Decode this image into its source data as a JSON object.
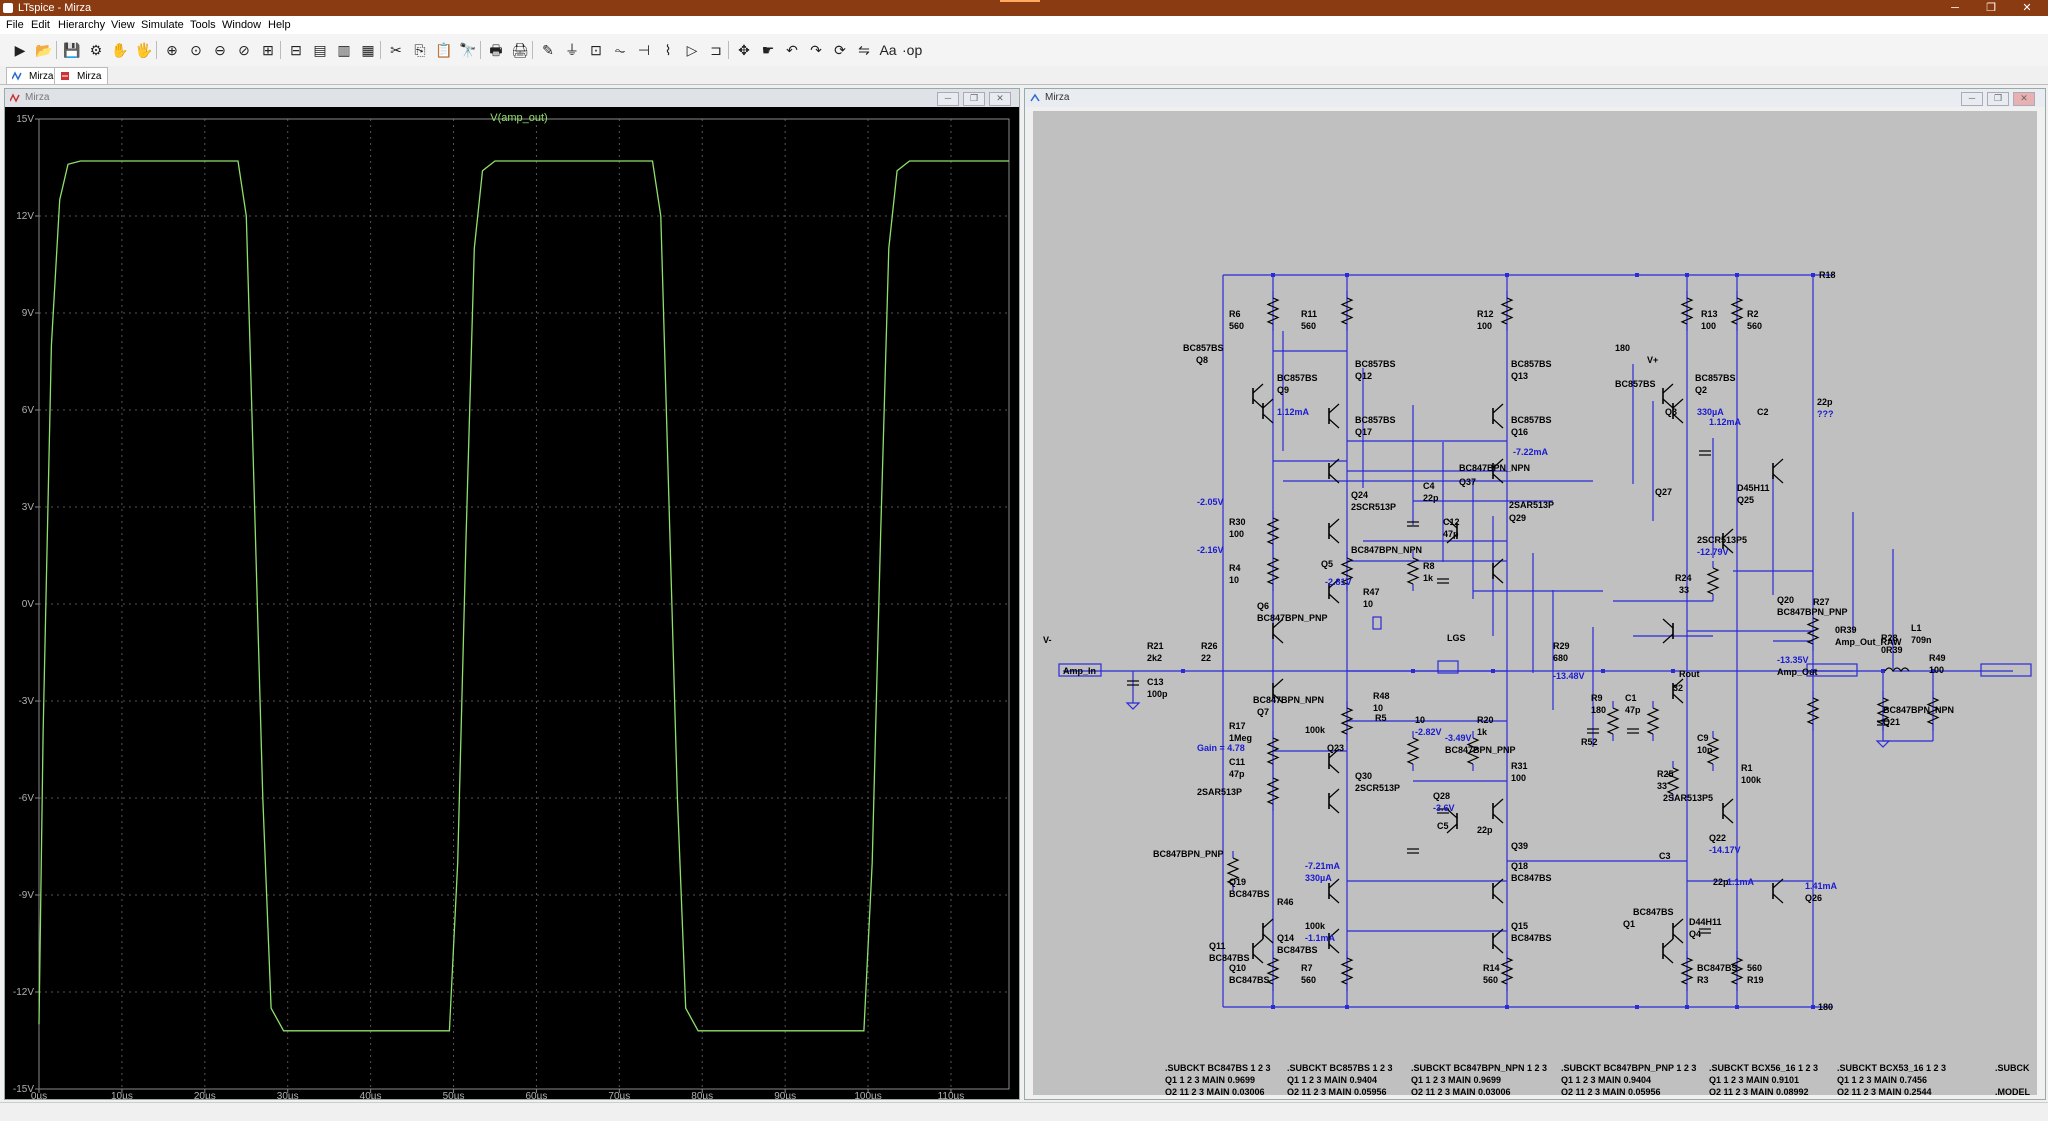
{
  "window": {
    "title": "LTspice - Mirza"
  },
  "menu": [
    "File",
    "Edit",
    "Hierarchy",
    "View",
    "Simulate",
    "Tools",
    "Window",
    "Help"
  ],
  "toolbar": {
    "icons": [
      "run-icon",
      "open-icon",
      "save-icon",
      "control-panel-icon",
      "halt-icon",
      "pan-hand-icon",
      "zoom-in-icon",
      "zoom-full-icon",
      "zoom-out-icon",
      "cancel-zoom-icon",
      "autorange-icon",
      "grid-icon",
      "tile-h-icon",
      "tile-v-icon",
      "cascade-icon",
      "cut-icon",
      "copy-icon",
      "paste-icon",
      "find-icon",
      "print-icon",
      "print-setup-icon",
      "wire-icon",
      "ground-icon",
      "label-icon",
      "resistor-icon",
      "capacitor-icon",
      "inductor-icon",
      "diode-icon",
      "component-icon",
      "move-icon",
      "drag-icon",
      "undo-icon",
      "redo-icon",
      "rotate-icon",
      "mirror-icon",
      "text-icon",
      "spice-directive-icon"
    ],
    "glyphs": [
      "▶",
      "📂",
      "💾",
      "⚙",
      "✋",
      "🖐",
      "⊕",
      "⊙",
      "⊖",
      "⊘",
      "⊞",
      "⊟",
      "▤",
      "▥",
      "▦",
      "✂",
      "⎘",
      "📋",
      "🔭",
      "🖶",
      "🖨",
      "✎",
      "⏚",
      "⊡",
      "⏦",
      "⊣",
      "⌇",
      "▷",
      "⊐",
      "✥",
      "☛",
      "↶",
      "↷",
      "⟳",
      "⇋",
      "Aa",
      "·op"
    ]
  },
  "tabs": [
    {
      "label": "Mirza"
    },
    {
      "label": "Mirza"
    }
  ],
  "waveform_pane": {
    "title": "Mirza"
  },
  "schematic_pane": {
    "title": "Mirza"
  },
  "chart_data": {
    "type": "line",
    "title": "V(amp_out)",
    "series": [
      {
        "name": "V(amp_out)",
        "color": "#8fe06a",
        "x": [
          0,
          0.5,
          1.5,
          2.5,
          3.5,
          5,
          24,
          25,
          26,
          27,
          28,
          29.5,
          49.5,
          50.5,
          51.5,
          52.5,
          53.5,
          55,
          74,
          75,
          76,
          77,
          78,
          79.5,
          99.5,
          100.5,
          101.5,
          102.5,
          103.5,
          105,
          117
        ],
        "y": [
          -13,
          -4,
          8,
          12.5,
          13.6,
          13.7,
          13.7,
          12,
          3,
          -6,
          -12.5,
          -13.2,
          -13.2,
          -8,
          2,
          11,
          13.4,
          13.7,
          13.7,
          12,
          3,
          -6,
          -12.5,
          -13.2,
          -13.2,
          -8,
          2,
          11,
          13.4,
          13.7,
          13.7
        ]
      }
    ],
    "xlim": [
      0,
      117
    ],
    "ylim": [
      -15,
      15
    ],
    "xticks": [
      0,
      10,
      20,
      30,
      40,
      50,
      60,
      70,
      80,
      90,
      100,
      110
    ],
    "xtick_labels": [
      "0µs",
      "10µs",
      "20µs",
      "30µs",
      "40µs",
      "50µs",
      "60µs",
      "70µs",
      "80µs",
      "90µs",
      "100µs",
      "110µs"
    ],
    "yticks": [
      15,
      12,
      9,
      6,
      3,
      0,
      -3,
      -6,
      -9,
      -12,
      -15
    ],
    "ytick_labels": [
      "15V",
      "12V",
      "9V",
      "6V",
      "3V",
      "0V",
      "-3V",
      "-6V",
      "-9V",
      "-12V",
      "-15V"
    ],
    "grid": true,
    "background": "#000000",
    "axis_color": "#8a8a8a",
    "title_color": "#8fe06a"
  },
  "schematic": {
    "labels": [
      {
        "t": "R6",
        "c": "k"
      },
      {
        "t": "560",
        "c": "k"
      },
      {
        "t": "R11",
        "c": "k"
      },
      {
        "t": "560",
        "c": "k"
      },
      {
        "t": "R12",
        "c": "k"
      },
      {
        "t": "100",
        "c": "k"
      },
      {
        "t": "BC857BS",
        "c": "k"
      },
      {
        "t": "Q8",
        "c": "k"
      },
      {
        "t": "BC857BS",
        "c": "k"
      },
      {
        "t": "Q9",
        "c": "k"
      },
      {
        "t": "BC857BS",
        "c": "k"
      },
      {
        "t": "Q12",
        "c": "k"
      },
      {
        "t": "BC857BS",
        "c": "k"
      },
      {
        "t": "Q13",
        "c": "k"
      },
      {
        "t": "1.12mA",
        "c": "b"
      },
      {
        "t": "BC857BS",
        "c": "k"
      },
      {
        "t": "Q17",
        "c": "k"
      },
      {
        "t": "BC857BS",
        "c": "k"
      },
      {
        "t": "Q16",
        "c": "k"
      },
      {
        "t": "-7.22mA",
        "c": "b"
      },
      {
        "t": "BC847BPN_NPN",
        "c": "k"
      },
      {
        "t": "Q37",
        "c": "k"
      },
      {
        "t": "C4",
        "c": "k"
      },
      {
        "t": "22p",
        "c": "k"
      },
      {
        "t": "Q24",
        "c": "k"
      },
      {
        "t": "2SCR513P",
        "c": "k"
      },
      {
        "t": "-2.05V",
        "c": "b"
      },
      {
        "t": "2SAR513P",
        "c": "k"
      },
      {
        "t": "Q29",
        "c": "k"
      },
      {
        "t": "R30",
        "c": "k"
      },
      {
        "t": "100",
        "c": "k"
      },
      {
        "t": "C12",
        "c": "k"
      },
      {
        "t": "47p",
        "c": "k"
      },
      {
        "t": "-2.16V",
        "c": "b"
      },
      {
        "t": "BC847BPN_NPN",
        "c": "k"
      },
      {
        "t": "R4",
        "c": "k"
      },
      {
        "t": "10",
        "c": "k"
      },
      {
        "t": "Q5",
        "c": "k"
      },
      {
        "t": "-2.81V",
        "c": "b"
      },
      {
        "t": "R8",
        "c": "k"
      },
      {
        "t": "1k",
        "c": "k"
      },
      {
        "t": "R47",
        "c": "k"
      },
      {
        "t": "10",
        "c": "k"
      },
      {
        "t": "Q6",
        "c": "k"
      },
      {
        "t": "BC847BPN_PNP",
        "c": "k"
      },
      {
        "t": "LGS",
        "c": "k"
      },
      {
        "t": "R29",
        "c": "k"
      },
      {
        "t": "680",
        "c": "k"
      },
      {
        "t": "Amp_In",
        "c": "k"
      },
      {
        "t": "R21",
        "c": "k"
      },
      {
        "t": "2k2",
        "c": "k"
      },
      {
        "t": "R26",
        "c": "k"
      },
      {
        "t": "22",
        "c": "k"
      },
      {
        "t": "-13.48V",
        "c": "b"
      },
      {
        "t": "C13",
        "c": "k"
      },
      {
        "t": "100p",
        "c": "k"
      },
      {
        "t": "BC847BPN_NPN",
        "c": "k"
      },
      {
        "t": "Q7",
        "c": "k"
      },
      {
        "t": "R48",
        "c": "k"
      },
      {
        "t": "10",
        "c": "k"
      },
      {
        "t": "R9",
        "c": "k"
      },
      {
        "t": "180",
        "c": "k"
      },
      {
        "t": "C1",
        "c": "k"
      },
      {
        "t": "47p",
        "c": "k"
      },
      {
        "t": "R17",
        "c": "k"
      },
      {
        "t": "1Meg",
        "c": "k"
      },
      {
        "t": "R5",
        "c": "k"
      },
      {
        "t": "10",
        "c": "k"
      },
      {
        "t": "-2.82V",
        "c": "b"
      },
      {
        "t": "R20",
        "c": "k"
      },
      {
        "t": "1k",
        "c": "k"
      },
      {
        "t": "R52",
        "c": "k"
      },
      {
        "t": "100k",
        "c": "k"
      },
      {
        "t": "Gain = 4.78",
        "c": "b"
      },
      {
        "t": "Q23",
        "c": "k"
      },
      {
        "t": "-3.49V",
        "c": "b"
      },
      {
        "t": "BC847BPN_PNP",
        "c": "k"
      },
      {
        "t": "C11",
        "c": "k"
      },
      {
        "t": "47p",
        "c": "k"
      },
      {
        "t": "R31",
        "c": "k"
      },
      {
        "t": "100",
        "c": "k"
      },
      {
        "t": "Q30",
        "c": "k"
      },
      {
        "t": "2SCR513P",
        "c": "k"
      },
      {
        "t": "2SAR513P",
        "c": "k"
      },
      {
        "t": "Q28",
        "c": "k"
      },
      {
        "t": "-3.6V",
        "c": "b"
      },
      {
        "t": "C5",
        "c": "k"
      },
      {
        "t": "22p",
        "c": "k"
      },
      {
        "t": "Q39",
        "c": "k"
      },
      {
        "t": "BC847BPN_PNP",
        "c": "k"
      },
      {
        "t": "-7.21mA",
        "c": "b"
      },
      {
        "t": "330µA",
        "c": "b"
      },
      {
        "t": "Q18",
        "c": "k"
      },
      {
        "t": "BC847BS",
        "c": "k"
      },
      {
        "t": "Q19",
        "c": "k"
      },
      {
        "t": "BC847BS",
        "c": "k"
      },
      {
        "t": "R46",
        "c": "k"
      },
      {
        "t": "100k",
        "c": "k"
      },
      {
        "t": "-1.1mA",
        "c": "b"
      },
      {
        "t": "Q15",
        "c": "k"
      },
      {
        "t": "BC847BS",
        "c": "k"
      },
      {
        "t": "Q14",
        "c": "k"
      },
      {
        "t": "BC847BS",
        "c": "k"
      },
      {
        "t": "Q11",
        "c": "k"
      },
      {
        "t": "BC847BS",
        "c": "k"
      },
      {
        "t": "Q10",
        "c": "k"
      },
      {
        "t": "BC847BS",
        "c": "k"
      },
      {
        "t": "R7",
        "c": "k"
      },
      {
        "t": "560",
        "c": "k"
      },
      {
        "t": "R14",
        "c": "k"
      },
      {
        "t": "560",
        "c": "k"
      },
      {
        "t": "R13",
        "c": "k"
      },
      {
        "t": "100",
        "c": "k"
      },
      {
        "t": "R2",
        "c": "k"
      },
      {
        "t": "560",
        "c": "k"
      },
      {
        "t": "R18",
        "c": "k"
      },
      {
        "t": "180",
        "c": "k"
      },
      {
        "t": "V+",
        "c": "k"
      },
      {
        "t": "BC857BS",
        "c": "k"
      },
      {
        "t": "Q2",
        "c": "k"
      },
      {
        "t": "BC857BS",
        "c": "k"
      },
      {
        "t": "Q3",
        "c": "k"
      },
      {
        "t": "330µA",
        "c": "b"
      },
      {
        "t": "1.12mA",
        "c": "b"
      },
      {
        "t": "C2",
        "c": "k"
      },
      {
        "t": "22p",
        "c": "k"
      },
      {
        "t": "???",
        "c": "b"
      },
      {
        "t": "D45H11",
        "c": "k"
      },
      {
        "t": "Q25",
        "c": "k"
      },
      {
        "t": "Q27",
        "c": "k"
      },
      {
        "t": "2SCR513P5",
        "c": "k"
      },
      {
        "t": "-12.79V",
        "c": "b"
      },
      {
        "t": "R24",
        "c": "k"
      },
      {
        "t": "33",
        "c": "k"
      },
      {
        "t": "Q20",
        "c": "k"
      },
      {
        "t": "BC847BPN_PNP",
        "c": "k"
      },
      {
        "t": "R27",
        "c": "k"
      },
      {
        "t": "0R39",
        "c": "k"
      },
      {
        "t": "Amp_Out_RAW",
        "c": "k"
      },
      {
        "t": "L1",
        "c": "k"
      },
      {
        "t": "709n",
        "c": "k"
      },
      {
        "t": "-13.35V",
        "c": "b"
      },
      {
        "t": "Amp_Out",
        "c": "k"
      },
      {
        "t": "R28",
        "c": "k"
      },
      {
        "t": "0R39",
        "c": "k"
      },
      {
        "t": "R49",
        "c": "k"
      },
      {
        "t": "100",
        "c": "k"
      },
      {
        "t": "Rout",
        "c": "k"
      },
      {
        "t": "32",
        "c": "k"
      },
      {
        "t": "BC847BPN_NPN",
        "c": "k"
      },
      {
        "t": "Q21",
        "c": "k"
      },
      {
        "t": "C9",
        "c": "k"
      },
      {
        "t": "10n",
        "c": "k"
      },
      {
        "t": "R25",
        "c": "k"
      },
      {
        "t": "33",
        "c": "k"
      },
      {
        "t": "R1",
        "c": "k"
      },
      {
        "t": "100k",
        "c": "k"
      },
      {
        "t": "2SAR513P5",
        "c": "k"
      },
      {
        "t": "Q22",
        "c": "k"
      },
      {
        "t": "-14.17V",
        "c": "b"
      },
      {
        "t": "C3",
        "c": "k"
      },
      {
        "t": "22p",
        "c": "k"
      },
      {
        "t": "1.1mA",
        "c": "b"
      },
      {
        "t": "1.41mA",
        "c": "b"
      },
      {
        "t": "Q26",
        "c": "k"
      },
      {
        "t": "D44H11",
        "c": "k"
      },
      {
        "t": "Q4",
        "c": "k"
      },
      {
        "t": "BC847BS",
        "c": "k"
      },
      {
        "t": "Q1",
        "c": "k"
      },
      {
        "t": "BC847BS",
        "c": "k"
      },
      {
        "t": "R3",
        "c": "k"
      },
      {
        "t": "560",
        "c": "k"
      },
      {
        "t": "R19",
        "c": "k"
      },
      {
        "t": "180",
        "c": "k"
      },
      {
        "t": "V-",
        "c": "k"
      }
    ],
    "subckt_lines": [
      ".SUBCKT BC847BS 1 2 3",
      "Q1 1 2 3 MAIN 0.9699",
      "Q2 11 2 3 MAIN 0.03006",
      ".SUBCKT BC857BS 1 2 3",
      "Q1 1 2 3 MAIN 0.9404",
      "Q2 11 2 3 MAIN 0.05956",
      ".SUBCKT BC847BPN_NPN 1 2 3",
      "Q1 1 2 3 MAIN 0.9699",
      "Q2 11 2 3 MAIN 0.03006",
      ".SUBCKT BC847BPN_PNP 1 2 3",
      "Q1 1 2 3 MAIN 0.9404",
      "Q2 11 2 3 MAIN 0.05956",
      ".SUBCKT BCX56_16 1 2 3",
      "Q1 1 2 3 MAIN 0.9101",
      "Q2 11 2 3 MAIN 0.08992",
      ".SUBCKT BCX53_16 1 2 3",
      "Q1 1 2 3 MAIN 0.7456",
      "Q2 11 2 3 MAIN 0.2544",
      ".SUBCK",
      ".MODEL"
    ]
  }
}
